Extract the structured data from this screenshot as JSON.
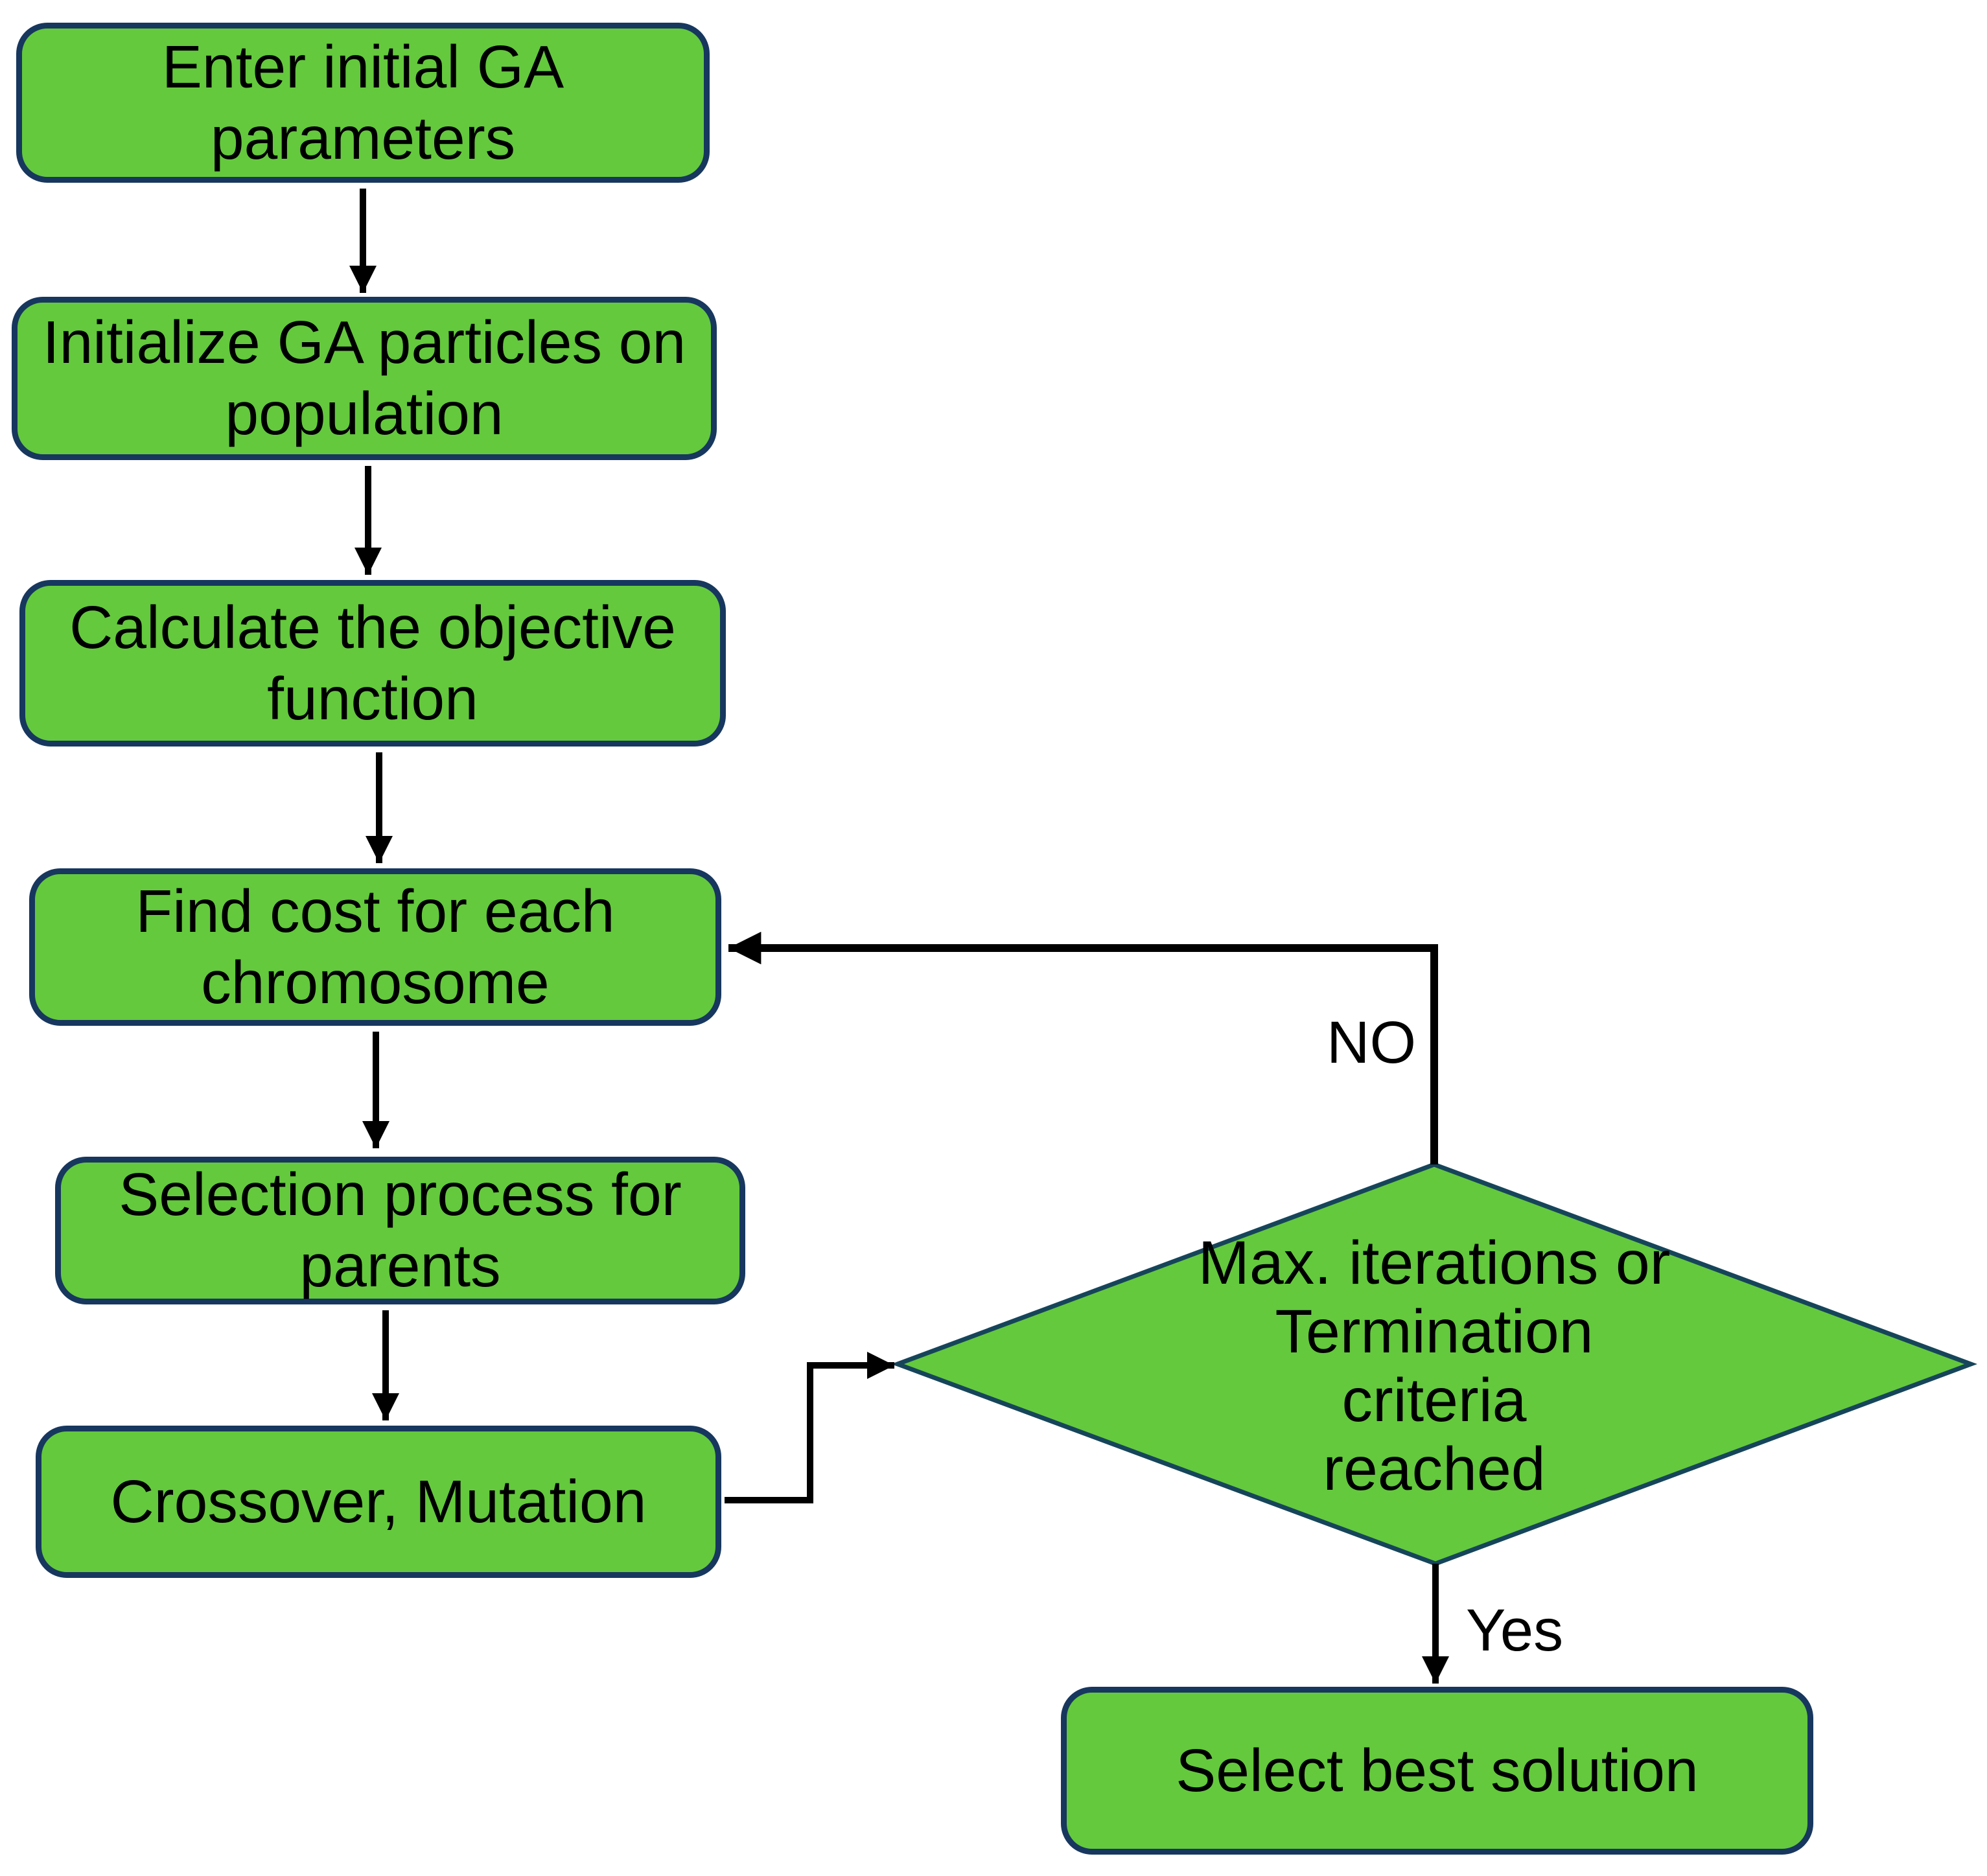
{
  "flowchart": {
    "colors": {
      "background": "#ffffff",
      "node_fill": "#64c93d",
      "node_border": "#17375e",
      "diamond_border": "#16455a",
      "arrow": "#000000",
      "text": "#000000"
    },
    "steps": {
      "enter_parameters": "Enter initial GA\nparameters",
      "initialize_population": "Initialize GA particles on\npopulation",
      "objective_function": "Calculate the objective\nfunction",
      "find_cost": "Find cost for each\nchromosome",
      "selection": "Selection process for\nparents",
      "crossover_mutation": "Crossover, Mutation",
      "termination_check": "Max. iterations or\nTermination\ncriteria\nreached",
      "select_best": "Select best solution"
    },
    "branch_labels": {
      "no": "NO",
      "yes": "Yes"
    }
  }
}
